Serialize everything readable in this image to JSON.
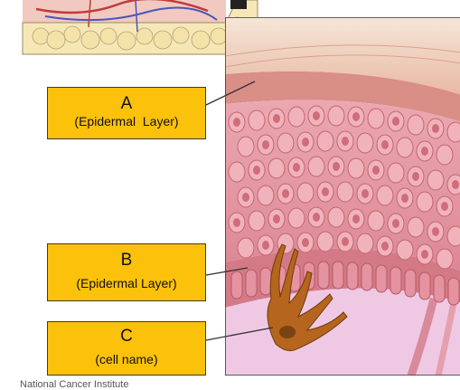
{
  "labels": [
    {
      "letter": "A",
      "text": "(Epidermal  Layer)"
    },
    {
      "letter": "B",
      "text": "(Epidermal Layer)"
    },
    {
      "letter": "C",
      "text": "(cell name)"
    }
  ],
  "footer": "National Cancer Institute",
  "colors": {
    "label_fill": "#fcc10a",
    "tissue_pink": "#e9a3ad",
    "dermis_lavender": "#efc9e4",
    "melanocyte_brown": "#b5651d"
  }
}
